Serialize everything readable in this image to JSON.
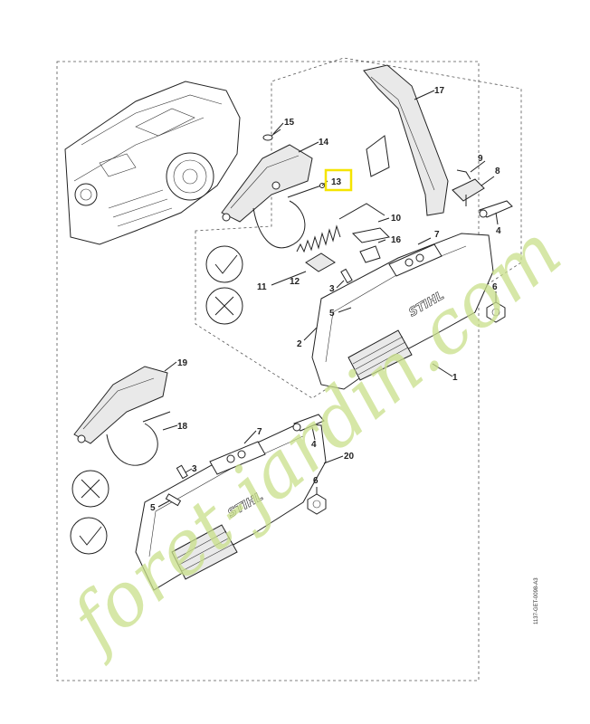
{
  "diagram": {
    "callouts": {
      "c1": "1",
      "c2": "2",
      "c3": "3",
      "c4": "4",
      "c5": "5",
      "c6": "6",
      "c7": "7",
      "c8": "8",
      "c9": "9",
      "c10": "10",
      "c11": "11",
      "c12": "12",
      "c13": "13",
      "c14": "14",
      "c15": "15",
      "c16": "16",
      "c17": "17",
      "c18": "18",
      "c19": "19",
      "c20": "20",
      "lower_c3": "3",
      "lower_c4": "4",
      "lower_c5": "5",
      "lower_c6": "6",
      "lower_c7": "7"
    },
    "highlighted_callout": "13",
    "highlight_color": "#f5e400",
    "brand_logo": "STIHL",
    "doc_reference": "1137-GET-0098-A3",
    "watermark": "foret-jardin.com",
    "watermark_colors": {
      "main": "#c9e08a",
      "accent": "#f2b04a"
    }
  }
}
